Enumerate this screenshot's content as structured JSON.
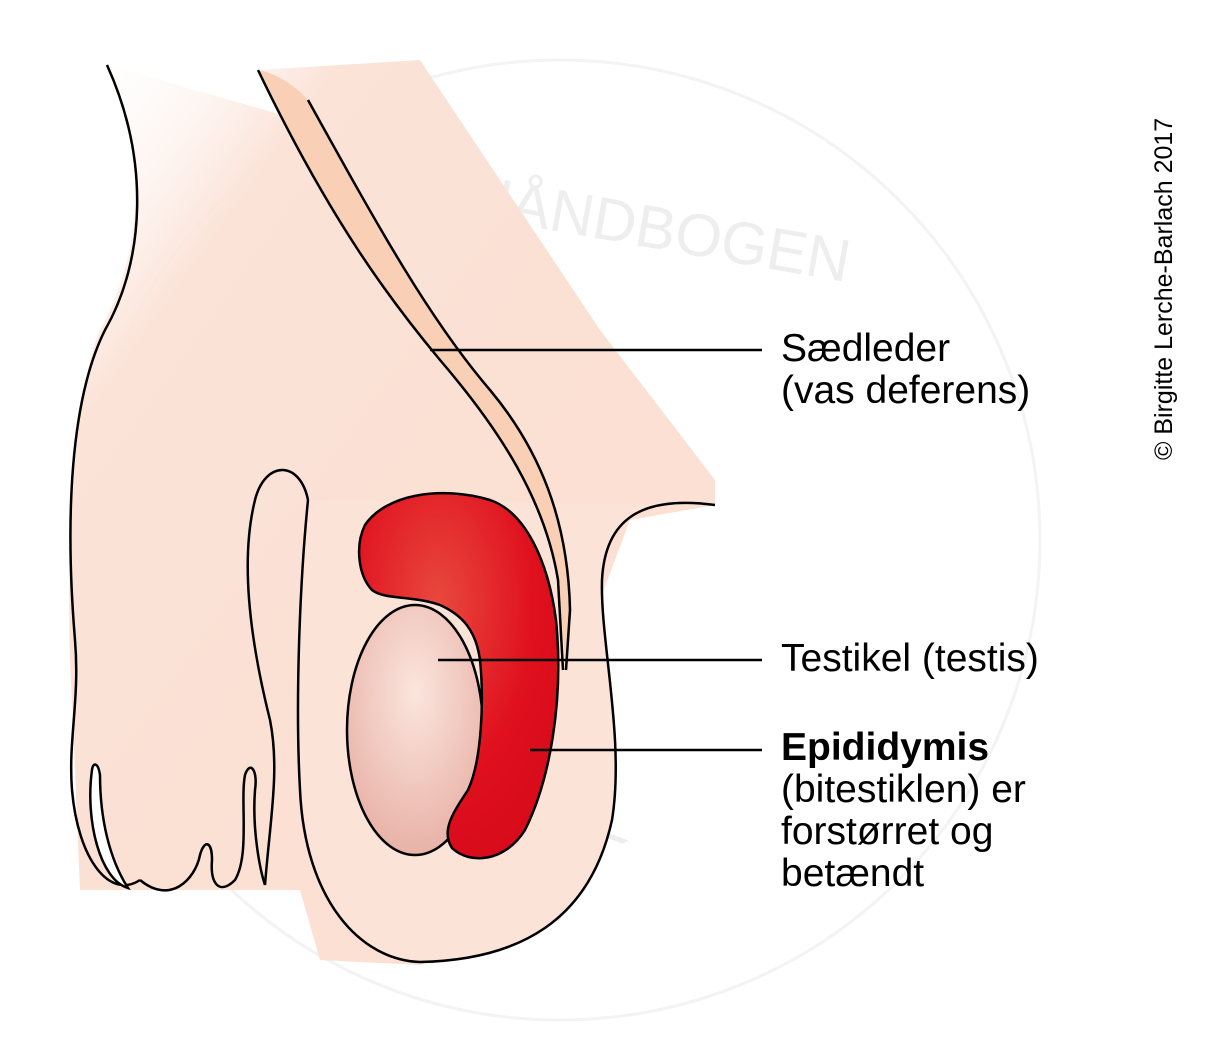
{
  "labels": {
    "vas_deferens": {
      "line1": "Sædleder",
      "line2": "(vas deferens)"
    },
    "testis": "Testikel (testis)",
    "epididymis": {
      "title": "Epididymis",
      "line2": "(bitestiklen) er",
      "line3": "forstørret og",
      "line4": "betændt"
    }
  },
  "copyright": "© Birgitte Lerche-Barlach 2017",
  "watermark": {
    "top": "GEHÅNDBOGEN",
    "bottom": "SK"
  },
  "colors": {
    "skin": "#fbe3d8",
    "vas": "#f9cfb5",
    "epididymis": "#e0101e",
    "testis": "#efc3b8",
    "outline": "#000000"
  }
}
